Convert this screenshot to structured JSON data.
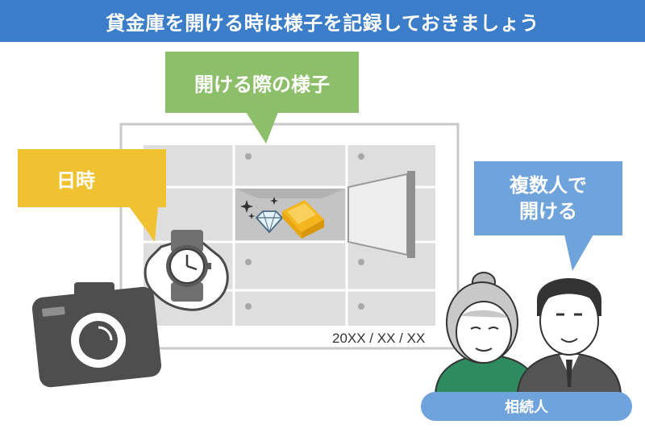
{
  "banner": {
    "title": "貸金庫を開ける時は様子を記録しておきましょう"
  },
  "callouts": {
    "scene": "開ける際の様子",
    "datetime": "日時",
    "multiple_people": "複数人で\n開ける"
  },
  "photo": {
    "date_stamp": "20XX / XX / XX"
  },
  "heirs": {
    "label": "相続人"
  },
  "colors": {
    "banner": "#3b7dc8",
    "green_callout": "#8dbf6b",
    "yellow_callout": "#f0c231",
    "blue_callout": "#6fa3dc",
    "heirs_bar": "#6fa3dc",
    "gold": "#f3b61f"
  },
  "icons": [
    "camera-icon",
    "wristwatch-icon",
    "gold-bar-icon",
    "diamond-icon",
    "sparkle-icon",
    "open-safe-box-icon"
  ]
}
